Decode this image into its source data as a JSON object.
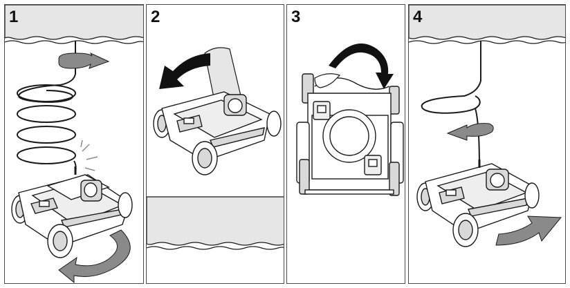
{
  "steps": [
    {
      "number": "1",
      "caption": ""
    },
    {
      "number": "2",
      "caption": ""
    },
    {
      "number": "3",
      "caption": ""
    },
    {
      "number": "4",
      "caption": ""
    }
  ],
  "colors": {
    "water": "#e6e6e6",
    "line": "#1a1a1a",
    "arrow_dark": "#111111",
    "arrow_grey": "#8a8a8a",
    "robot_body": "#ffffff",
    "robot_shade": "#d9d9d9"
  }
}
